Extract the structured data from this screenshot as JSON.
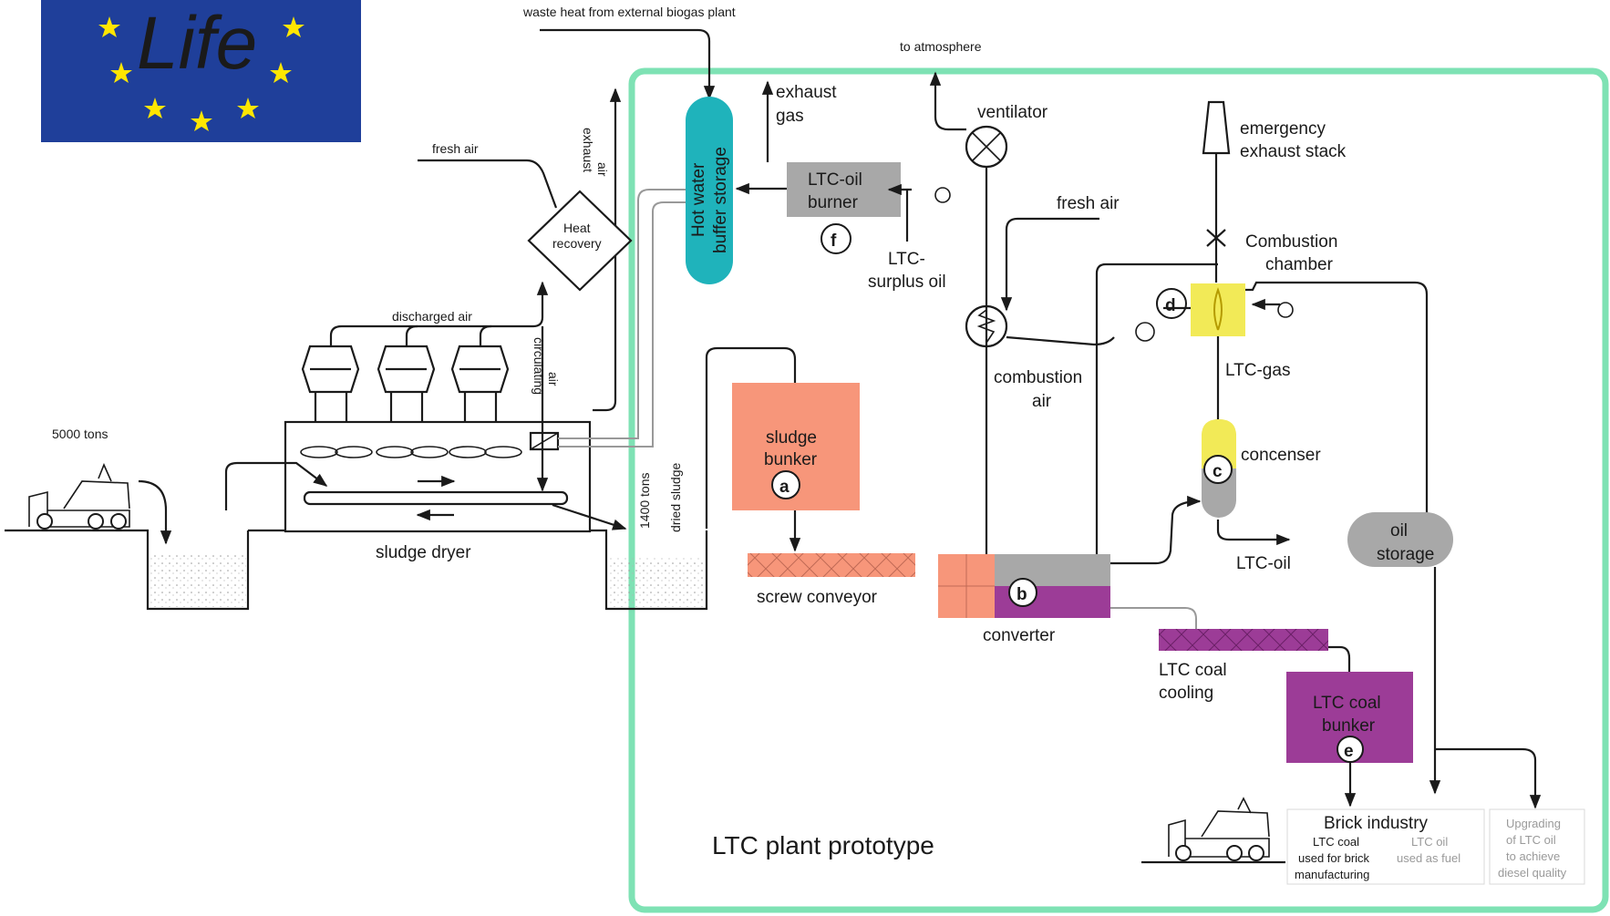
{
  "logo": {
    "text": "Life",
    "background_color": "#1f3f9a",
    "star_color": "#ffe600"
  },
  "colors": {
    "frame": "#7ee2b4",
    "sludge_bunker": "#f7967a",
    "coal": "#9c3c97",
    "gray": "#a8a8a8",
    "yellow": "#f2ea57",
    "teal": "#1fb3bb"
  },
  "labels": {
    "waste_heat": "waste heat from external biogas plant",
    "to_atmosphere": "to atmosphere",
    "exhaust_gas_1": "exhaust",
    "exhaust_gas_2": "gas",
    "ventilator": "ventilator",
    "emergency_1": "emergency",
    "emergency_2": "exhaust stack",
    "fresh_air_left": "fresh air",
    "exhaust_air_1": "exhaust",
    "exhaust_air_2": "air",
    "heat_recovery_1": "Heat",
    "heat_recovery_2": "recovery",
    "hot_water_1": "Hot water",
    "hot_water_2": "buffer storage",
    "oil_burner_1": "LTC-oil",
    "oil_burner_2": "burner",
    "marker_f": "f",
    "surplus_oil_1": "LTC-",
    "surplus_oil_2": "surplus oil",
    "fresh_air_right": "fresh air",
    "combustion_chamber_1": "Combustion",
    "combustion_chamber_2": "chamber",
    "marker_d": "d",
    "ltc_gas": "LTC-gas",
    "combustion_air_1": "combustion",
    "combustion_air_2": "air",
    "discharged_air": "discharged air",
    "circulating_air_1": "circulating",
    "circulating_air_2": "air",
    "tons_5000": "5000 tons",
    "sludge_dryer": "sludge dryer",
    "tons_1400_1": "1400 tons",
    "tons_1400_2": "dried sludge",
    "sludge_bunker_1": "sludge",
    "sludge_bunker_2": "bunker",
    "marker_a": "a",
    "screw_conveyor": "screw conveyor",
    "marker_b": "b",
    "converter": "converter",
    "condenser": "concenser",
    "marker_c": "c",
    "ltc_oil": "LTC-oil",
    "oil_storage_1": "oil",
    "oil_storage_2": "storage",
    "coal_cooling_1": "LTC coal",
    "coal_cooling_2": "cooling",
    "coal_bunker_1": "LTC coal",
    "coal_bunker_2": "bunker",
    "marker_e": "e",
    "brick_industry": "Brick industry",
    "coal_use_1": "LTC coal",
    "coal_use_2": "used for brick",
    "coal_use_3": "manufacturing",
    "oil_use_1": "LTC oil",
    "oil_use_2": "used as fuel",
    "upgrading_1": "Upgrading",
    "upgrading_2": "of LTC oil",
    "upgrading_3": "to achieve",
    "upgrading_4": "diesel quality",
    "plant_title": "LTC plant prototype"
  }
}
